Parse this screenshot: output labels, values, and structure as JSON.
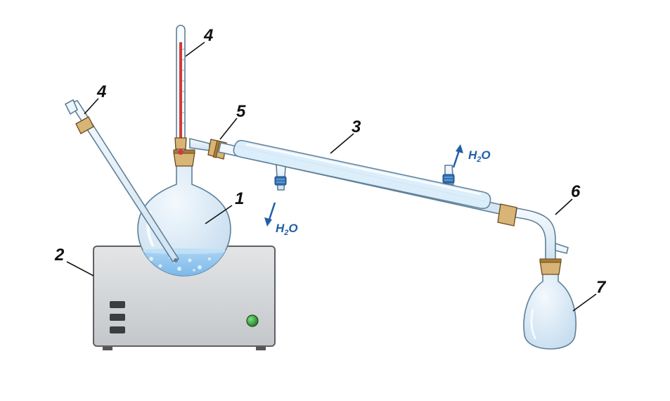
{
  "labels": {
    "flask": "1",
    "heater": "2",
    "condenser": "3",
    "thermometer": "4",
    "inlet_tube": "4",
    "adapter_joint": "5",
    "receiver_adapter": "6",
    "receiving_flask": "7"
  },
  "water": {
    "outlet": {
      "text": "H",
      "sub": "2",
      "tail": "O"
    },
    "inlet": {
      "text": "H",
      "sub": "2",
      "tail": "O"
    }
  },
  "colors": {
    "water": "#8fc3ee",
    "glass": "#e3f0fa",
    "cork": "#d8b477",
    "heater_body": "#d3d5d7",
    "indicator": "#2f9a35",
    "arrow": "#1f5fa8"
  }
}
